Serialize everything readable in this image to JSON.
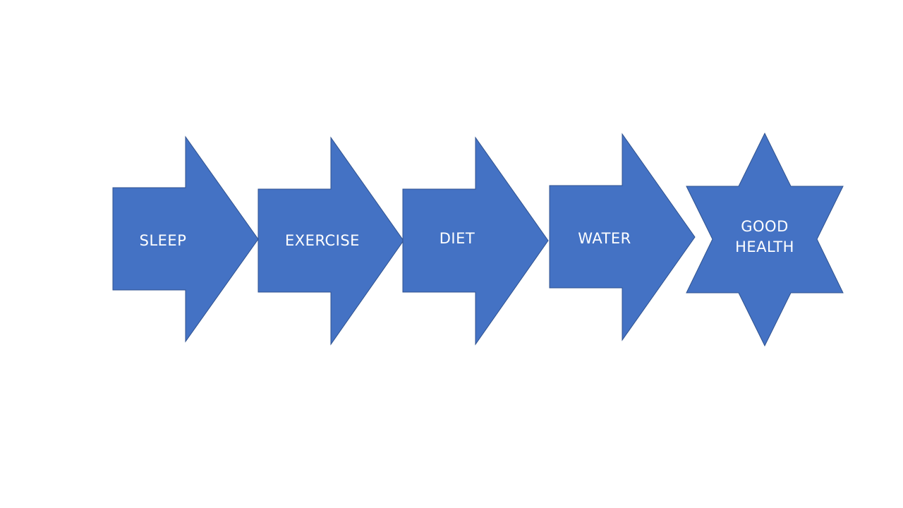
{
  "colors": {
    "shape_fill": "#4472c4",
    "shape_stroke": "#2f528f",
    "label_text": "#ffffff",
    "background": "#ffffff"
  },
  "steps": [
    {
      "label": "SLEEP",
      "shape": "right-arrow"
    },
    {
      "label": "EXERCISE",
      "shape": "right-arrow"
    },
    {
      "label": "DIET",
      "shape": "right-arrow"
    },
    {
      "label": "WATER",
      "shape": "right-arrow"
    }
  ],
  "goal": {
    "label_line1": "GOOD",
    "label_line2": "HEALTH",
    "shape": "six-point-star"
  }
}
